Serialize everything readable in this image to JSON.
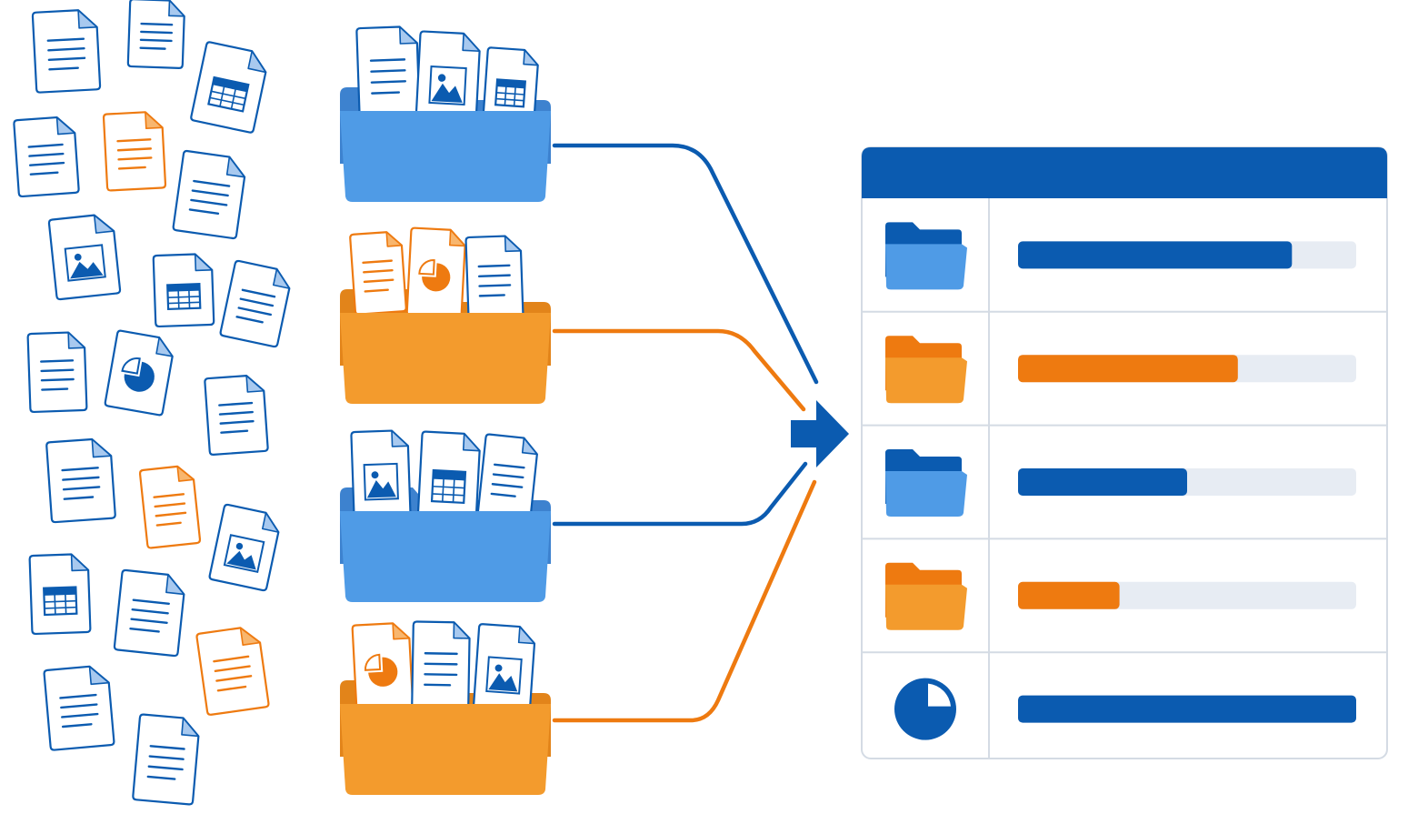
{
  "colors": {
    "blue_dark": "#0b5bb0",
    "blue_light": "#4f9be6",
    "orange": "#ee7a10",
    "orange_light": "#f39b2d",
    "track": "#e7ecf3",
    "border": "#d4dbe4",
    "paper": "#ffffff"
  },
  "scattered_documents": [
    {
      "kind": "text",
      "color": "blue"
    },
    {
      "kind": "text",
      "color": "blue"
    },
    {
      "kind": "spreadsheet",
      "color": "blue"
    },
    {
      "kind": "text",
      "color": "blue"
    },
    {
      "kind": "text",
      "color": "orange"
    },
    {
      "kind": "text",
      "color": "blue"
    },
    {
      "kind": "image",
      "color": "blue"
    },
    {
      "kind": "spreadsheet",
      "color": "blue"
    },
    {
      "kind": "text",
      "color": "blue"
    },
    {
      "kind": "text",
      "color": "blue"
    },
    {
      "kind": "pie-chart",
      "color": "blue"
    },
    {
      "kind": "text",
      "color": "blue"
    },
    {
      "kind": "text",
      "color": "blue"
    },
    {
      "kind": "text",
      "color": "orange"
    },
    {
      "kind": "image",
      "color": "blue"
    },
    {
      "kind": "spreadsheet",
      "color": "blue"
    },
    {
      "kind": "text",
      "color": "blue"
    },
    {
      "kind": "text",
      "color": "orange"
    },
    {
      "kind": "text",
      "color": "blue"
    },
    {
      "kind": "text",
      "color": "blue"
    }
  ],
  "folders": [
    {
      "color": "blue",
      "contents": [
        "text",
        "image",
        "spreadsheet"
      ]
    },
    {
      "color": "orange",
      "contents": [
        "text",
        "pie-chart",
        "text"
      ]
    },
    {
      "color": "blue",
      "contents": [
        "image",
        "spreadsheet",
        "text"
      ]
    },
    {
      "color": "orange",
      "contents": [
        "pie-chart",
        "text",
        "image"
      ]
    }
  ],
  "merge_arrow": {
    "icon": "arrow-right-icon"
  },
  "summary_table": {
    "rows": [
      {
        "icon": "folder-icon",
        "color": "blue",
        "progress": 0.81
      },
      {
        "icon": "folder-icon",
        "color": "orange",
        "progress": 0.65
      },
      {
        "icon": "folder-icon",
        "color": "blue",
        "progress": 0.5
      },
      {
        "icon": "folder-icon",
        "color": "orange",
        "progress": 0.3
      },
      {
        "icon": "pie-chart-icon",
        "color": "blue",
        "progress": 1.0
      }
    ]
  }
}
